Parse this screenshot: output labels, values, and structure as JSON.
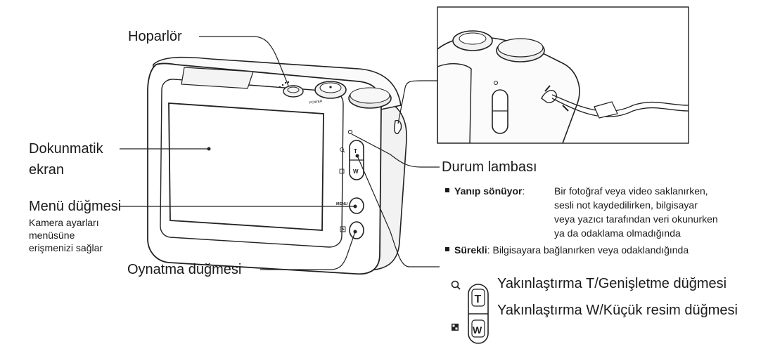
{
  "labels": {
    "speaker": "Hoparlör",
    "touchscreen_line1": "Dokunmatik",
    "touchscreen_line2": "ekran",
    "menu_button": "Menü düğmesi",
    "menu_desc_line1": "Kamera ayarları",
    "menu_desc_line2": "menüsüne",
    "menu_desc_line3": "erişmenizi sağlar",
    "playback_button": "Oynatma düğmesi",
    "status_lamp": "Durum lambası",
    "zoom_t": "Yakınlaştırma T/Genişletme düğmesi",
    "zoom_w": "Yakınlaştırma W/Küçük resim düğmesi"
  },
  "status_lamp_states": {
    "blinking_term": "Yanıp sönüyor",
    "blinking_desc_line1": "Bir fotoğraf veya video saklanırken,",
    "blinking_desc_line2": "sesli not kaydedilirken, bilgisayar",
    "blinking_desc_line3": "veya yazıcı tarafından veri okunurken",
    "blinking_desc_line4": "ya da odaklama olmadığında",
    "steady_term": "Sürekli",
    "steady_desc": "Bilgisayara bağlanırken veya odaklandığında"
  },
  "camera_markings": {
    "menu": "MENU",
    "t": "T",
    "w": "W",
    "power": "POWER"
  },
  "icons": {
    "zoom_t": "magnifier-icon",
    "zoom_w": "thumbnail-grid-icon",
    "playback": "playback-icon"
  }
}
